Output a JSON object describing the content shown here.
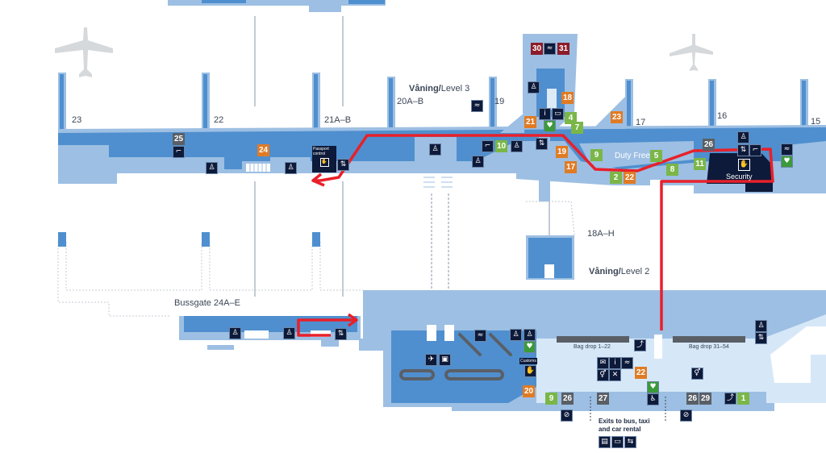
{
  "map": {
    "levels": {
      "level3": {
        "prefix": "Våning/",
        "suffix": "Level 3"
      },
      "level2": {
        "prefix": "Våning/",
        "suffix": "Level 2"
      }
    },
    "gates": [
      {
        "id": "g23",
        "label": "23"
      },
      {
        "id": "g22",
        "label": "22"
      },
      {
        "id": "g21",
        "label": "21A–B"
      },
      {
        "id": "g20",
        "label": "20A–B"
      },
      {
        "id": "g19",
        "label": "19"
      },
      {
        "id": "g17",
        "label": "17"
      },
      {
        "id": "g16",
        "label": "16"
      },
      {
        "id": "g15",
        "label": "15"
      },
      {
        "id": "g18",
        "label": "18A–H"
      },
      {
        "id": "bus",
        "label": "Bussgate 24A–E"
      }
    ],
    "areas": {
      "duty_free": "Duty Free",
      "security": "Security",
      "passport_line1": "Passport",
      "passport_line2": "control",
      "customs": "Customs",
      "bag_drop_1": "Bag drop 1–22",
      "bag_drop_2": "Bag drop 31–54",
      "exits_line1": "Exits to bus, taxi",
      "exits_line2": "and car rental"
    },
    "badges": [
      {
        "num": "25",
        "category": "gray"
      },
      {
        "num": "24",
        "category": "orange"
      },
      {
        "num": "30",
        "category": "maroon"
      },
      {
        "num": "31",
        "category": "maroon"
      },
      {
        "num": "18",
        "category": "orange"
      },
      {
        "num": "21",
        "category": "orange"
      },
      {
        "num": "4",
        "category": "green"
      },
      {
        "num": "7",
        "category": "green"
      },
      {
        "num": "23",
        "category": "orange"
      },
      {
        "num": "10",
        "category": "green"
      },
      {
        "num": "19",
        "category": "orange"
      },
      {
        "num": "17",
        "category": "orange"
      },
      {
        "num": "9",
        "category": "green"
      },
      {
        "num": "5",
        "category": "green"
      },
      {
        "num": "2",
        "category": "green"
      },
      {
        "num": "22",
        "category": "orange"
      },
      {
        "num": "8",
        "category": "green"
      },
      {
        "num": "11",
        "category": "green"
      },
      {
        "num": "26",
        "category": "gray"
      },
      {
        "num": "20",
        "category": "orange"
      },
      {
        "num": "22",
        "category": "orange"
      },
      {
        "num": "9",
        "category": "green"
      },
      {
        "num": "26",
        "category": "gray"
      },
      {
        "num": "27",
        "category": "gray"
      },
      {
        "num": "26",
        "category": "gray"
      },
      {
        "num": "29",
        "category": "gray"
      },
      {
        "num": "1",
        "category": "green"
      }
    ],
    "colors": {
      "orange": "#e07b24",
      "green": "#7ab648",
      "maroon": "#8c1c2a",
      "gray": "#5a5f66",
      "navy": "#0d1a3a",
      "route": "#e8202a",
      "floor_dark": "#4f8fcf",
      "floor_light": "#9dbfe3",
      "floor_pale": "#d6e8f8"
    },
    "icons": [
      "airplane-icon",
      "restroom-icon",
      "elevator-icon",
      "smoking-icon",
      "information-icon",
      "lounge-icon",
      "first-aid-icon",
      "baggage-icon",
      "wheelchair-icon",
      "no-smoking-icon",
      "bus-icon",
      "taxi-icon",
      "car-rental-icon",
      "escalator-icon",
      "passport-icon",
      "customs-icon",
      "security-icon"
    ]
  }
}
